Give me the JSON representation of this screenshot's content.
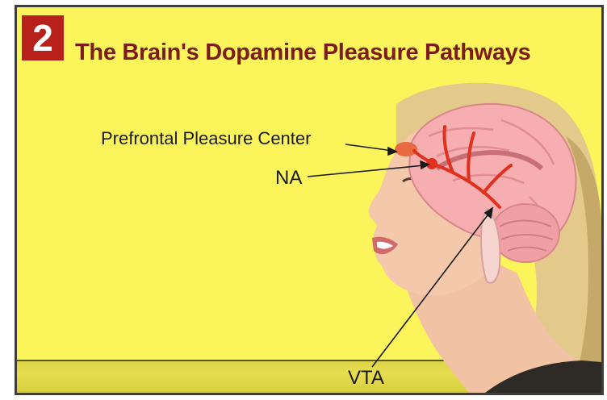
{
  "header": {
    "step_number": "2",
    "title": "The Brain's Dopamine Pleasure Pathways"
  },
  "labels": {
    "prefrontal": "Prefrontal Pleasure Center",
    "na": "NA",
    "vta": "VTA"
  },
  "colors": {
    "background": "#fbf45a",
    "title": "#7c1c1c",
    "badge": "#b8201c",
    "pathway": "#e0301e",
    "brain": "#f6aeb0"
  }
}
